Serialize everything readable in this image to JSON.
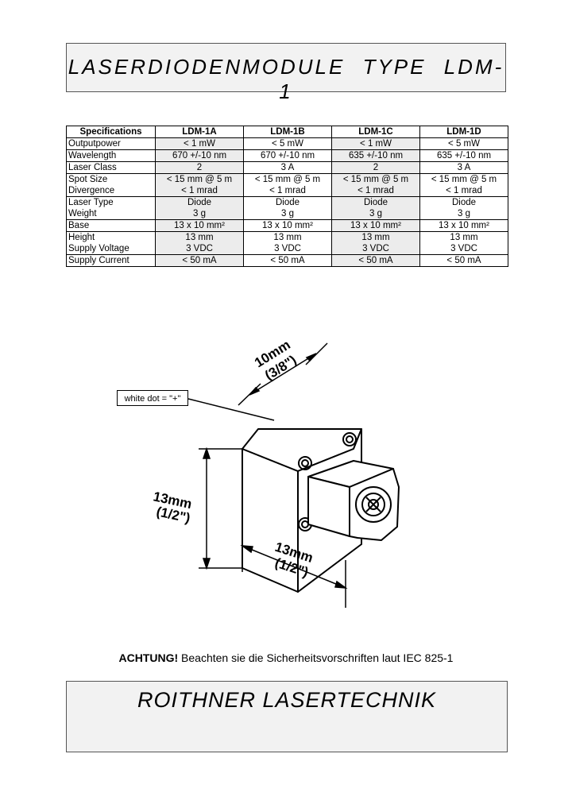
{
  "header": {
    "title": "LASERDIODENMODULE TYPE LDM-1"
  },
  "table": {
    "headers": [
      "Specifications",
      "LDM-1A",
      "LDM-1B",
      "LDM-1C",
      "LDM-1D"
    ],
    "rows": [
      {
        "label": "Outputpower",
        "values": [
          "< 1 mW",
          "< 5 mW",
          "< 1 mW",
          "< 5 mW"
        ]
      },
      {
        "label": "Wavelength",
        "values": [
          "670 +/-10 nm",
          "670 +/-10 nm",
          "635 +/-10 nm",
          "635 +/-10 nm"
        ]
      },
      {
        "label": "Laser Class",
        "values": [
          "2",
          "3 A",
          "2",
          "3 A"
        ]
      },
      {
        "label": "Spot Size",
        "values": [
          "< 15 mm @ 5 m",
          "< 15 mm @ 5 m",
          "< 15 mm @ 5 m",
          "< 15 mm @ 5 m"
        ]
      },
      {
        "label": "Divergence",
        "values": [
          "< 1 mrad",
          "< 1 mrad",
          "< 1 mrad",
          "< 1 mrad"
        ]
      },
      {
        "label": "Laser Type",
        "values": [
          "Diode",
          "Diode",
          "Diode",
          "Diode"
        ]
      },
      {
        "label": "Weight",
        "values": [
          "3 g",
          "3 g",
          "3 g",
          "3 g"
        ]
      },
      {
        "label": "Base",
        "values": [
          "13 x 10 mm²",
          "13 x 10 mm²",
          "13 x 10 mm²",
          "13 x 10 mm²"
        ]
      },
      {
        "label": "Height",
        "values": [
          "13 mm",
          "13 mm",
          "13 mm",
          "13 mm"
        ]
      },
      {
        "label": "Supply Voltage",
        "values": [
          "3 VDC",
          "3 VDC",
          "3 VDC",
          "3 VDC"
        ]
      },
      {
        "label": "Supply Current",
        "values": [
          "< 50 mA",
          "< 50 mA",
          "< 50 mA",
          "< 50 mA"
        ]
      }
    ]
  },
  "drawing": {
    "callout": "white dot = \"+\"",
    "dim_width_mm": "10mm",
    "dim_width_in": "(3/8\")",
    "dim_height_mm": "13mm",
    "dim_height_in": "(1/2\")",
    "dim_length_mm": "13mm",
    "dim_length_in": "(1/2\")"
  },
  "warning": {
    "bold": "ACHTUNG!",
    "text": " Beachten sie die Sicherheitsvorschriften laut IEC 825-1"
  },
  "footer": {
    "company": "ROITHNER LASERTECHNIK"
  }
}
